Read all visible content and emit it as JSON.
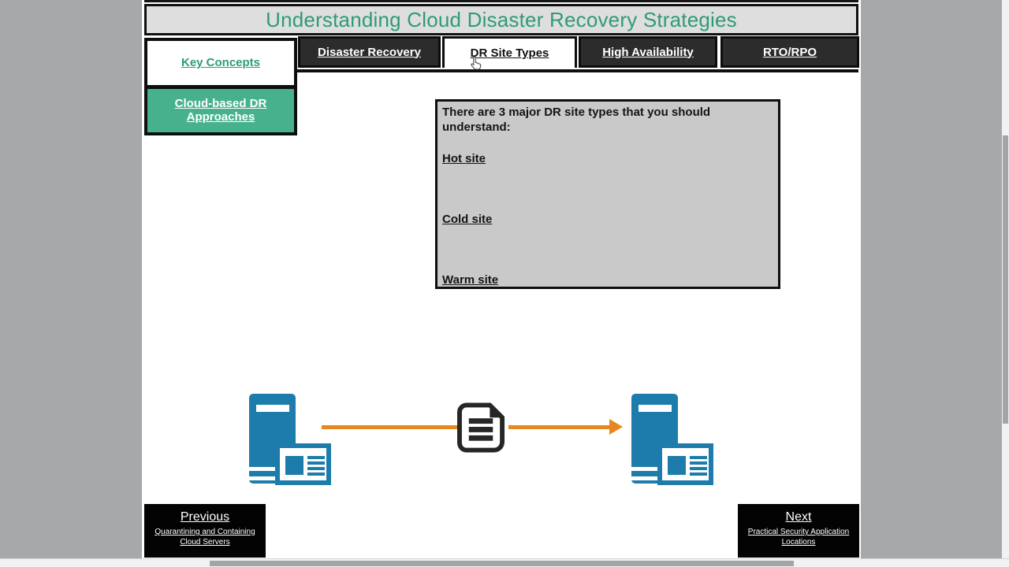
{
  "title": "Understanding Cloud Disaster Recovery Strategies",
  "sidebar": {
    "items": [
      {
        "label": "Key Concepts"
      },
      {
        "label": "Cloud-based DR Approaches"
      }
    ]
  },
  "tabs": [
    {
      "label": "Disaster Recovery",
      "active": false
    },
    {
      "label": "DR Site Types",
      "active": true
    },
    {
      "label": "High Availability",
      "active": false
    },
    {
      "label": "RTO/RPO",
      "active": false
    }
  ],
  "content": {
    "intro": "There are 3 major DR site types that you should understand:",
    "site_types": [
      {
        "label": "Hot site"
      },
      {
        "label": "Cold site"
      },
      {
        "label": "Warm site"
      }
    ]
  },
  "illustration": {
    "icons": [
      "server-icon",
      "document-icon",
      "server-icon"
    ],
    "flow": "server to document to server replication arrow"
  },
  "nav": {
    "previous": {
      "label": "Previous",
      "description": "Quarantining and Containing Cloud Servers"
    },
    "next": {
      "label": "Next",
      "description": "Practical Security Application Locations"
    }
  },
  "colors": {
    "accent_green": "#2e9b77",
    "button_green": "#47b18d",
    "tab_dark": "#2c2c2c",
    "title_bar_bg": "#dedede",
    "content_box_bg": "#c9c9c9",
    "server_blue": "#1e7cac",
    "arrow_orange": "#e8861f",
    "document_dark": "#262626"
  }
}
